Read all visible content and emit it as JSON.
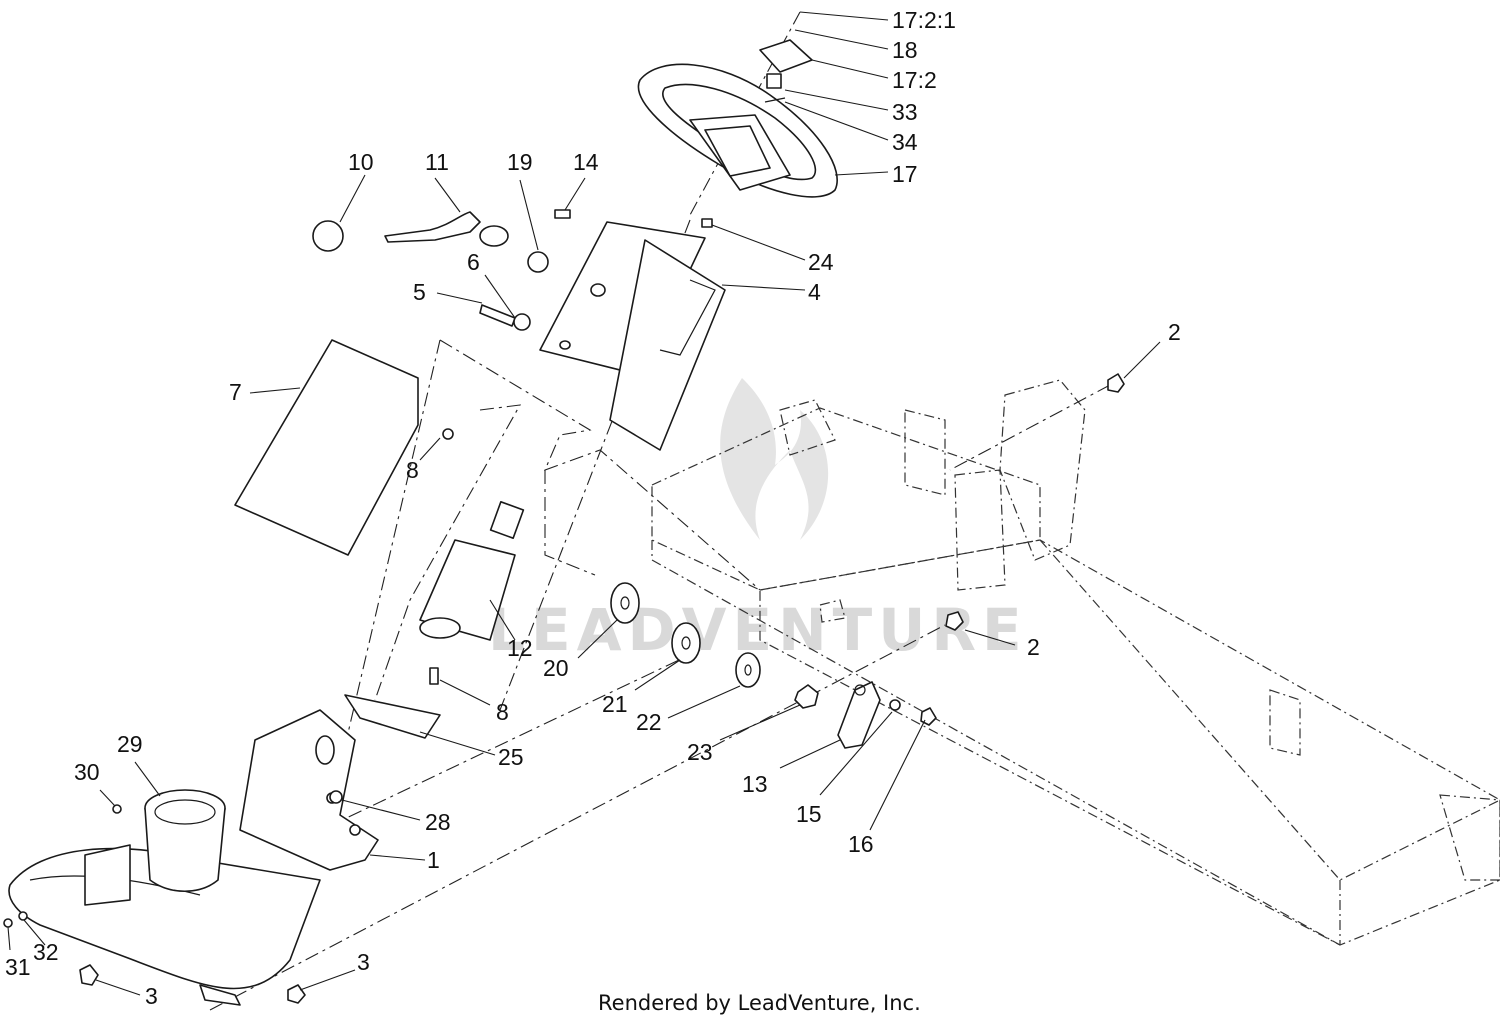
{
  "watermark": {
    "text": "LEADVENTURE"
  },
  "footer": {
    "text": "Rendered by LeadVenture, Inc."
  },
  "callouts": [
    {
      "id": "17:2:1",
      "label": "17:2:1"
    },
    {
      "id": "18",
      "label": "18"
    },
    {
      "id": "17:2",
      "label": "17:2"
    },
    {
      "id": "33",
      "label": "33"
    },
    {
      "id": "34",
      "label": "34"
    },
    {
      "id": "17",
      "label": "17"
    },
    {
      "id": "10",
      "label": "10"
    },
    {
      "id": "11",
      "label": "11"
    },
    {
      "id": "19",
      "label": "19"
    },
    {
      "id": "14",
      "label": "14"
    },
    {
      "id": "24",
      "label": "24"
    },
    {
      "id": "4",
      "label": "4"
    },
    {
      "id": "6",
      "label": "6"
    },
    {
      "id": "5",
      "label": "5"
    },
    {
      "id": "2a",
      "label": "2"
    },
    {
      "id": "7",
      "label": "7"
    },
    {
      "id": "8a",
      "label": "8"
    },
    {
      "id": "12",
      "label": "12"
    },
    {
      "id": "20",
      "label": "20"
    },
    {
      "id": "2b",
      "label": "2"
    },
    {
      "id": "8b",
      "label": "8"
    },
    {
      "id": "21",
      "label": "21"
    },
    {
      "id": "22",
      "label": "22"
    },
    {
      "id": "25",
      "label": "25"
    },
    {
      "id": "23",
      "label": "23"
    },
    {
      "id": "29",
      "label": "29"
    },
    {
      "id": "30",
      "label": "30"
    },
    {
      "id": "13",
      "label": "13"
    },
    {
      "id": "28",
      "label": "28"
    },
    {
      "id": "15",
      "label": "15"
    },
    {
      "id": "1",
      "label": "1"
    },
    {
      "id": "16",
      "label": "16"
    },
    {
      "id": "31",
      "label": "31"
    },
    {
      "id": "32",
      "label": "32"
    },
    {
      "id": "3a",
      "label": "3"
    },
    {
      "id": "3b",
      "label": "3"
    }
  ]
}
